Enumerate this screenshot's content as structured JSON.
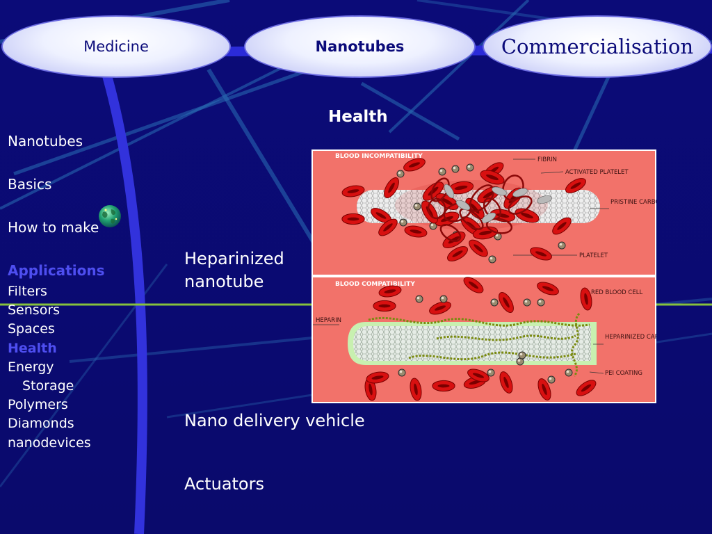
{
  "nav_tabs": {
    "medicine": "Medicine",
    "nanotubes": "Nanotubes",
    "commercialisation": "Commercialisation"
  },
  "heading": "Health",
  "sidebar": {
    "items": [
      "Nanotubes",
      "Basics",
      "How to make",
      "Applications"
    ],
    "sub_items": [
      "Filters",
      "Sensors",
      "Spaces",
      "Health",
      "Energy",
      "Storage",
      "Polymers",
      "Diamonds",
      "nanodevices"
    ],
    "current": "Health"
  },
  "content": {
    "item1": "Heparinized nanotube",
    "item2": "Nano delivery vehicle",
    "item3": "Actuators"
  },
  "figure": {
    "top_title": "BLOOD INCOMPATIBILITY",
    "bottom_title": "BLOOD COMPATIBILITY",
    "labels": {
      "fibrin": "FIBRIN",
      "activated_platelet": "ACTIVATED PLATELET",
      "pristine": "PRISTINE CARBON NANOTUBE",
      "platelet": "PLATELET",
      "red_blood_cell": "RED BLOOD CELL",
      "heparin": "HEPARIN",
      "heparinized": "HEPARINIZED CARBON NANOTUBE",
      "pei": "PEI COATING"
    }
  },
  "colors": {
    "background": "#0c0c7a",
    "highlight": "#4e4ef0",
    "figure_bg": "#f2726a",
    "red_cell": "#d81010"
  },
  "icons": [
    "globe-icon"
  ]
}
